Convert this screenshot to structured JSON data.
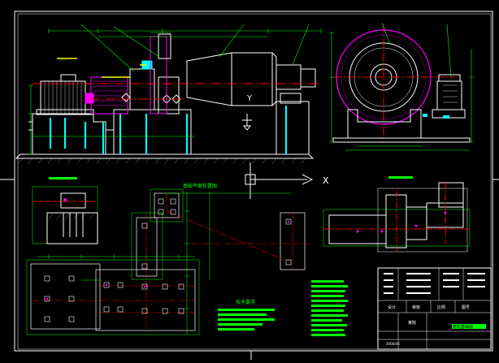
{
  "drawing": {
    "axis_label_x": "X",
    "axis_label_y": "Y",
    "title_block": {
      "headers": [
        "设计",
        "审核",
        "比例",
        "图号"
      ],
      "company": "某院",
      "drawing_name": "磨机基础图",
      "sheet_no": "2006/06"
    },
    "section_label_top_left": "——",
    "section_label_top_right": "——",
    "mid_section_title": "基础平面布置图",
    "notes_title": "技术要求",
    "colors": {
      "frame": "#ffffff",
      "foundation": "#ffffff",
      "pile": "#00ffff",
      "axis": "#ff0000",
      "dim": "#00ff00",
      "machine": "#ff00ff",
      "outline": "#ffff00"
    }
  }
}
